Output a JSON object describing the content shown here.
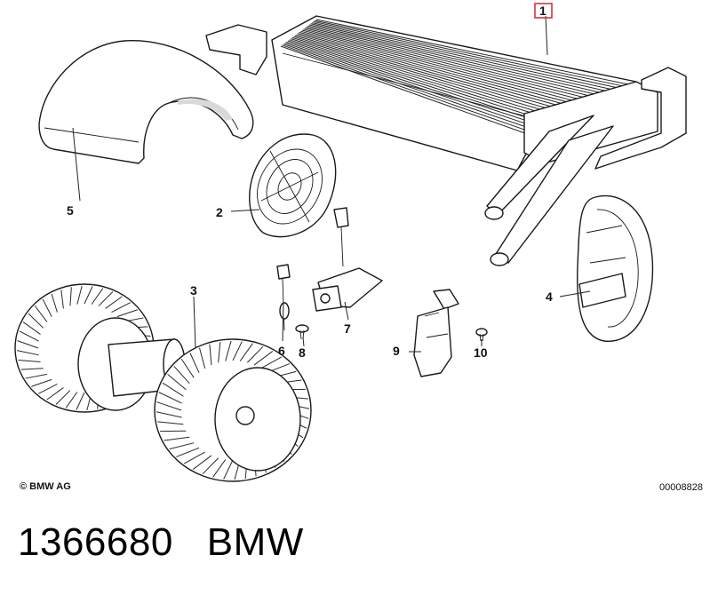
{
  "copyright": "© BMW AG",
  "drawing_number": "00008828",
  "caption": {
    "part_number": "1366680",
    "brand": "BMW"
  },
  "highlight_color": "#d9262e",
  "callouts": [
    {
      "id": "1",
      "label": "1",
      "highlighted": true
    },
    {
      "id": "2",
      "label": "2"
    },
    {
      "id": "3",
      "label": "3"
    },
    {
      "id": "4",
      "label": "4"
    },
    {
      "id": "5",
      "label": "5"
    },
    {
      "id": "6",
      "label": "6"
    },
    {
      "id": "7",
      "label": "7"
    },
    {
      "id": "8",
      "label": "8"
    },
    {
      "id": "9",
      "label": "9"
    },
    {
      "id": "10",
      "label": "10"
    }
  ]
}
